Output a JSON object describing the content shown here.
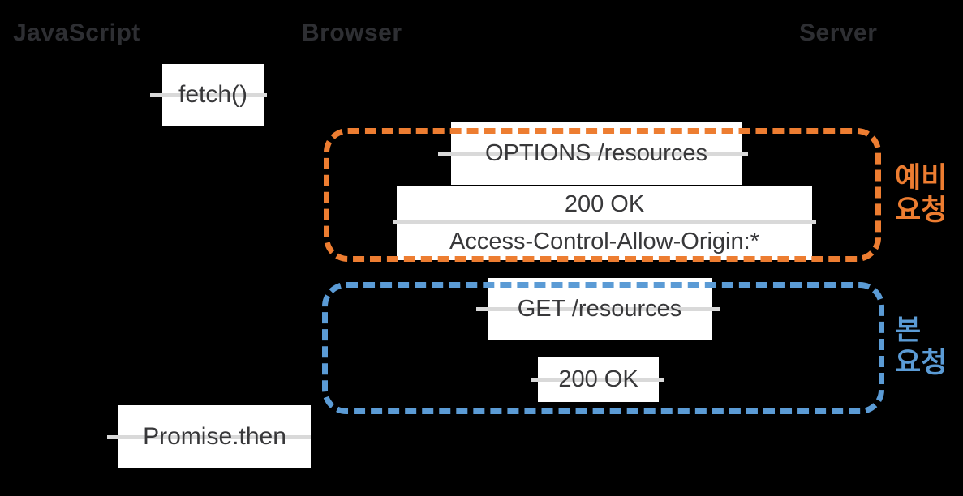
{
  "colors": {
    "background": "#000000",
    "orange": "#ED7D31",
    "blue": "#5B9BD5",
    "header_text": "#2e2f33",
    "box_text": "#38383a",
    "arrow_line": "#d9d9d9"
  },
  "columns": {
    "javascript": "JavaScript",
    "browser": "Browser",
    "server": "Server"
  },
  "boxes": {
    "fetch": "fetch()",
    "options_request": "OPTIONS /resources",
    "preflight_response_line1": "200 OK",
    "preflight_response_line2": "Access-Control-Allow-Origin:*",
    "get_request": "GET /resources",
    "main_response": "200 OK",
    "promise": "Promise.then"
  },
  "groups": {
    "preflight_label": "예비\n요청",
    "main_label": "본\n요청"
  }
}
